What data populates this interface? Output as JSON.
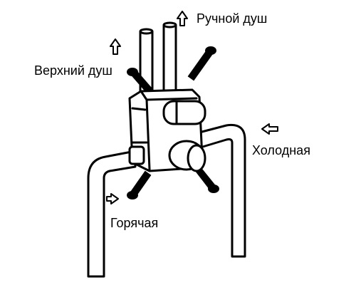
{
  "labels": {
    "hand_shower": "Ручной душ",
    "overhead_shower": "Верхний душ",
    "cold": "Холодная",
    "hot": "Горячая"
  },
  "icons": {
    "hand_shower_arrow": "up-arrow-icon",
    "overhead_shower_arrow": "up-arrow-icon",
    "cold_arrow": "left-arrow-icon",
    "hot_arrow": "right-arrow-icon"
  },
  "colors": {
    "line": "#000000",
    "background": "#ffffff"
  }
}
